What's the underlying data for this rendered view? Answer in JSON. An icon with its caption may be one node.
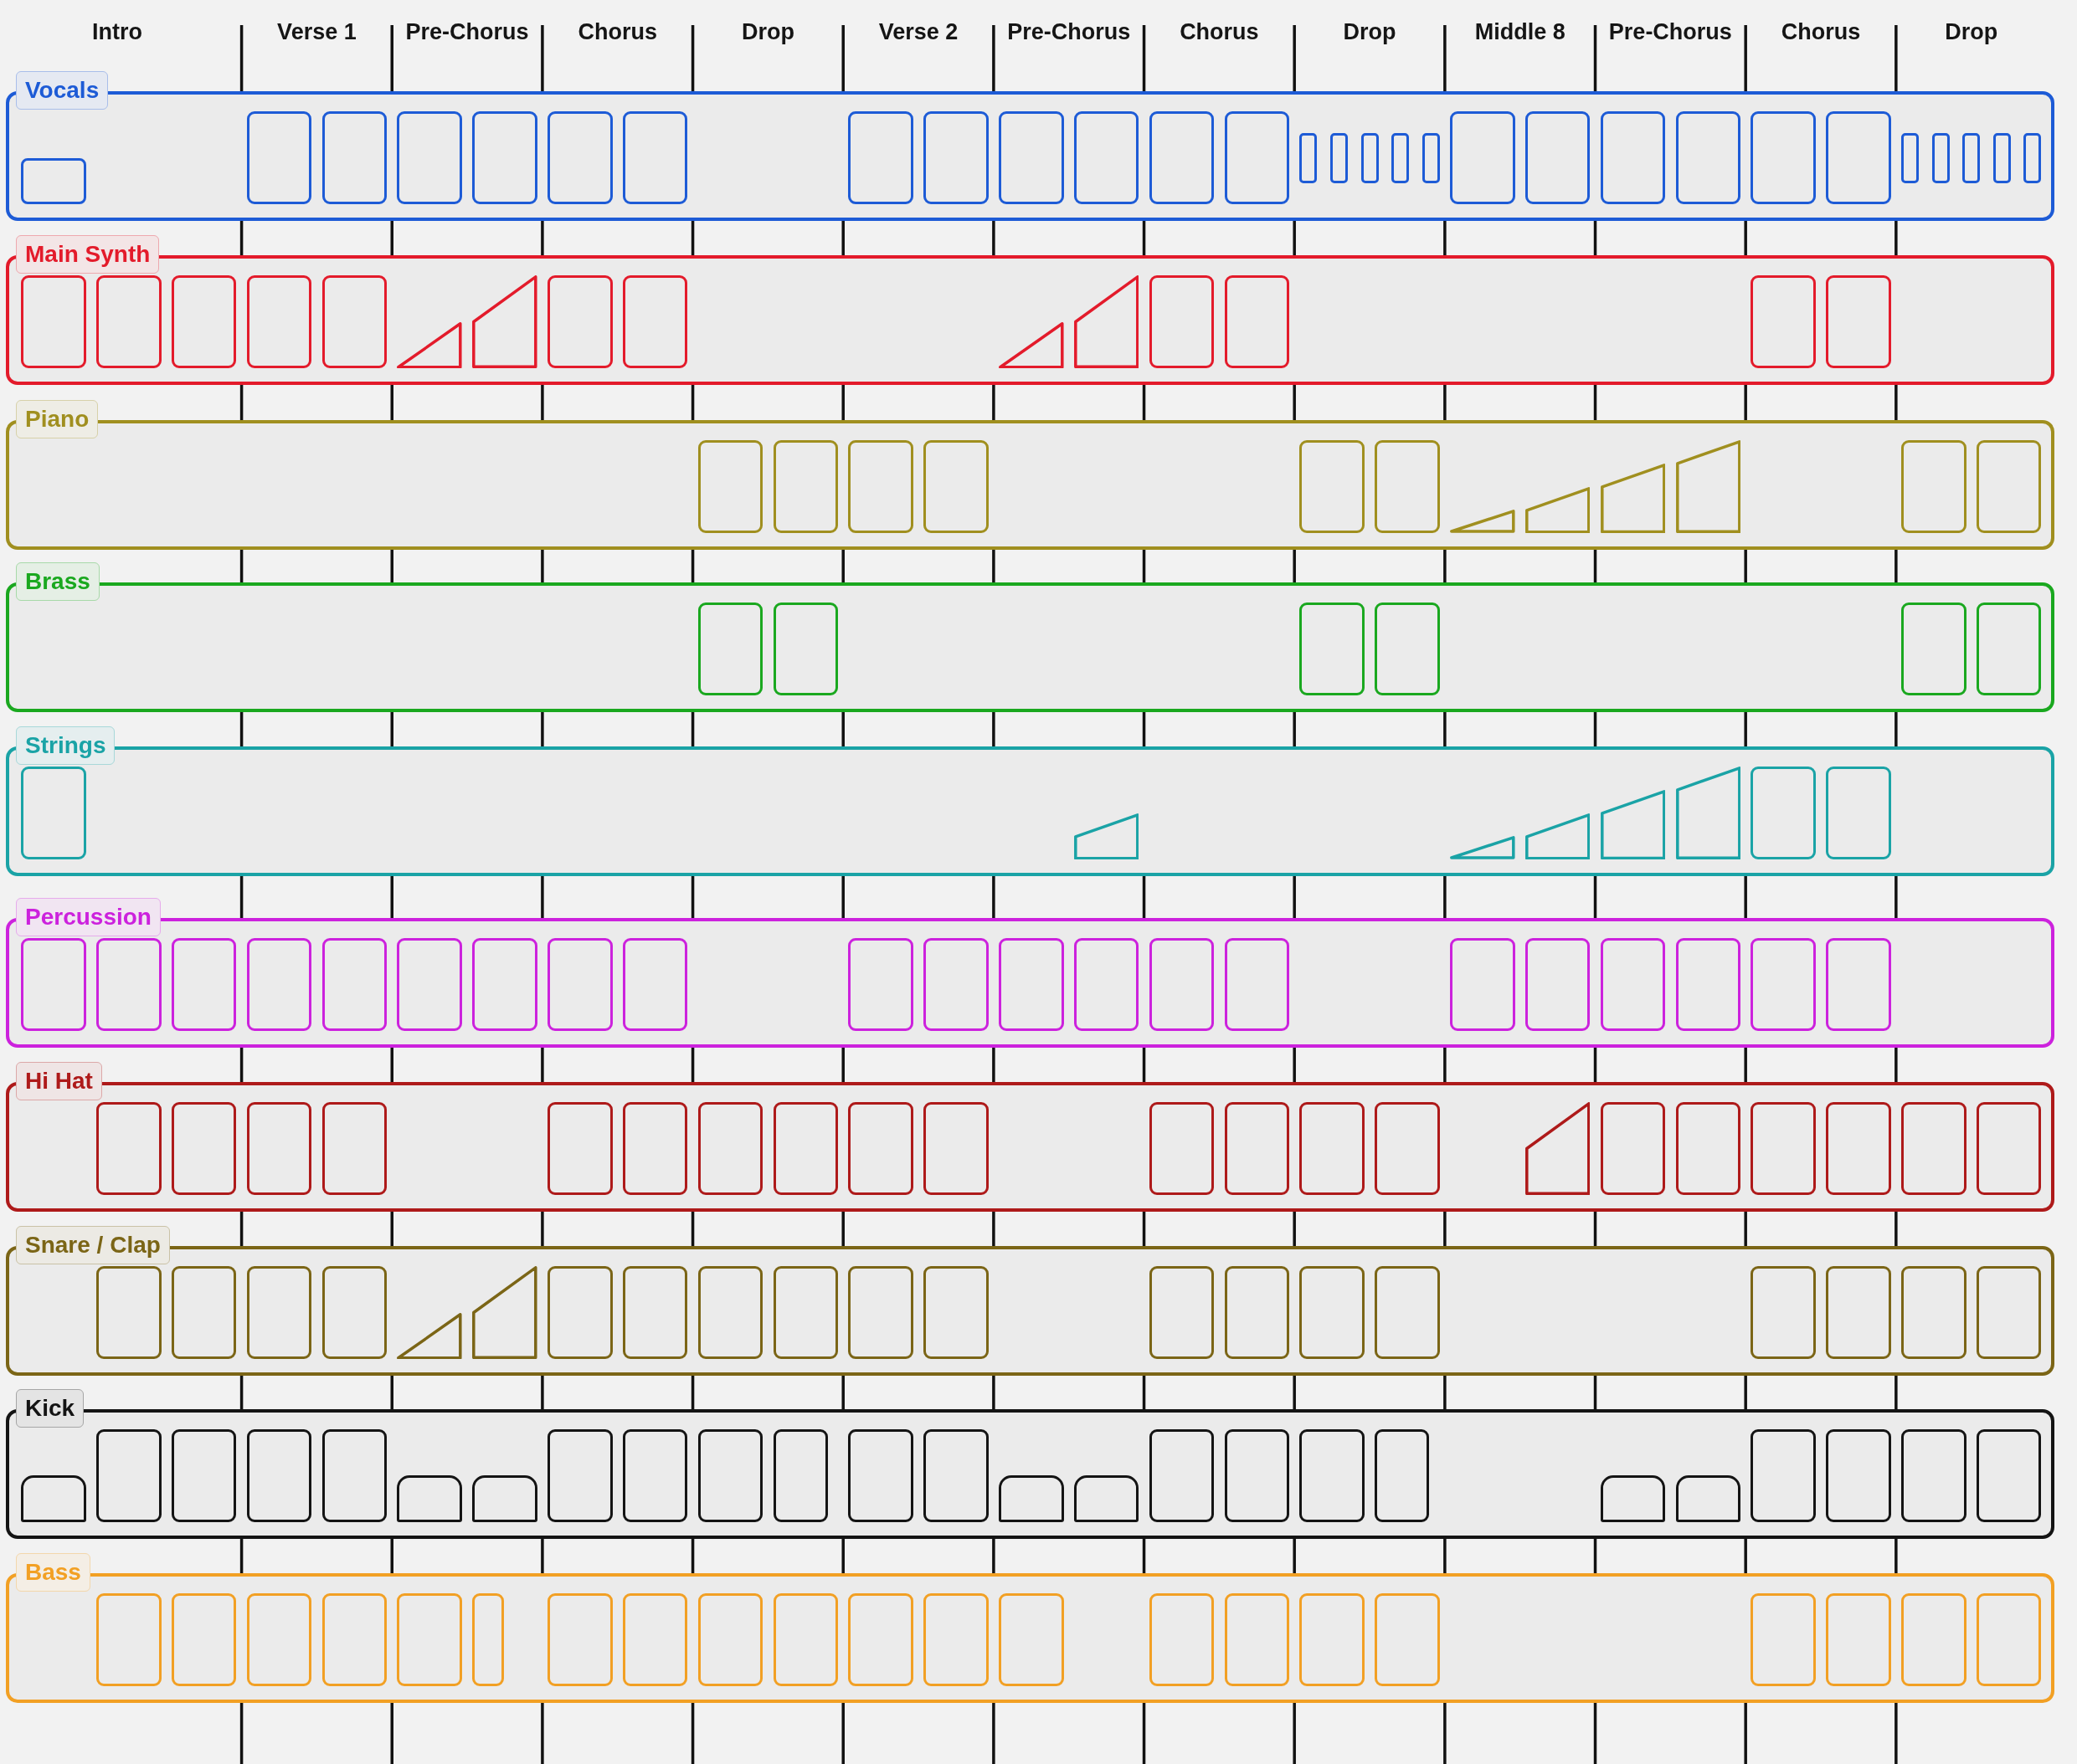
{
  "diagram": {
    "nodes": [
      {
        "text": [
          "Vocals"
        ]
      },
      {
        "text": [],
        "shape": "box",
        "in": 0
      },
      {
        "text": [],
        "shape": "box",
        "in": 0
      },
      {
        "text": [],
        "shape": "box",
        "in": 0
      },
      {
        "text": [],
        "shape": "box",
        "in": 0
      },
      {
        "text": [],
        "shape": "box",
        "in": 0
      },
      {
        "text": [],
        "shape": "box",
        "in": 0
      },
      {
        "text": [],
        "shape": "box",
        "in": 0
      },
      {
        "text": [],
        "shape": "box",
        "in": 0
      },
      {
        "text": [],
        "shape": "box",
        "in": 0
      },
      {
        "text": [],
        "shape": "box",
        "in": 0
      },
      {
        "text": [],
        "shape": "box",
        "in": 0
      },
      {
        "text": [],
        "shape": "box",
        "in": 0
      },
      {
        "text": [],
        "shape": "box",
        "in": 0
      },
      {
        "text": [],
        "shape": "box",
        "in": 0
      },
      {
        "text": [],
        "shape": "box",
        "in": 0
      },
      {
        "text": [],
        "shape": "box",
        "in": 0
      },
      {
        "text": [],
        "shape": "box",
        "in": 0
      },
      {
        "text": [],
        "shape": "box",
        "in": 0
      },
      {
        "text": [],
        "shape": "box",
        "in": 0
      },
      {
        "text": [],
        "shape": "box",
        "in": 0
      },
      {
        "text": [],
        "shape": "box",
        "in": 0
      },
      {
        "text": [],
        "shape": "box",
        "in": 0
      },
      {
        "text": [],
        "shape": "box",
        "in": 0
      },
      {
        "text": [],
        "shape": "box",
        "in": 0
      },
      {
        "text": [],
        "shape": "box",
        "in": 0
      },
      {
        "text": [],
        "shape": "box",
        "in": 0
      },
      {
        "text": [],
        "shape": "box",
        "in": 0
      },
      {
        "text": [],
        "shape": "box",
        "in": 0
      },
      {
        "text": [],
        "shape": "box",
        "in": 0
      },
      {
        "text": [
          "Main Synth"
        ]
      },
      {
        "text": [],
        "shape": "box",
        "in": 30
      },
      {
        "text": [],
        "shape": "box",
        "in": 30
      },
      {
        "text": [],
        "shape": "box",
        "in": 30
      },
      {
        "text": [],
        "shape": "box",
        "in": 30
      },
      {
        "text": [],
        "shape": "box",
        "in": 30
      },
      {
        "text": [],
        "shape": "triangle",
        "in": 30
      },
      {
        "text": [],
        "shape": "trapezoid",
        "in": 30
      },
      {
        "text": [],
        "shape": "box",
        "in": 30
      },
      {
        "text": [],
        "shape": "box",
        "in": 30
      },
      {
        "text": [],
        "shape": "triangle",
        "in": 30
      },
      {
        "text": [],
        "shape": "trapezoid",
        "in": 30
      },
      {
        "text": [],
        "shape": "box",
        "in": 30
      },
      {
        "text": [],
        "shape": "box",
        "in": 30
      },
      {
        "text": [],
        "shape": "box",
        "in": 30
      },
      {
        "text": [],
        "shape": "box",
        "in": 30
      },
      {
        "text": [
          "Piano"
        ]
      },
      {
        "text": [],
        "shape": "box",
        "in": 46
      },
      {
        "text": [],
        "shape": "box",
        "in": 46
      },
      {
        "text": [],
        "shape": "box",
        "in": 46
      },
      {
        "text": [],
        "shape": "box",
        "in": 46
      },
      {
        "text": [],
        "shape": "box",
        "in": 46
      },
      {
        "text": [],
        "shape": "box",
        "in": 46
      },
      {
        "text": [],
        "shape": "triangle",
        "in": 46
      },
      {
        "text": [],
        "shape": "trapezoid",
        "in": 46
      },
      {
        "text": [],
        "shape": "trapezoid",
        "in": 46
      },
      {
        "text": [],
        "shape": "trapezoid",
        "in": 46
      },
      {
        "text": [],
        "shape": "box",
        "in": 46
      },
      {
        "text": [],
        "shape": "box",
        "in": 46
      },
      {
        "text": [
          "Brass"
        ]
      },
      {
        "text": [],
        "shape": "box",
        "in": 59
      },
      {
        "text": [],
        "shape": "box",
        "in": 59
      },
      {
        "text": [],
        "shape": "box",
        "in": 59
      },
      {
        "text": [],
        "shape": "box",
        "in": 59
      },
      {
        "text": [],
        "shape": "box",
        "in": 59
      },
      {
        "text": [],
        "shape": "box",
        "in": 59
      },
      {
        "text": [
          "Strings"
        ]
      },
      {
        "text": [],
        "shape": "box",
        "in": 66
      },
      {
        "text": [],
        "shape": "trapezoid",
        "in": 66
      },
      {
        "text": [],
        "shape": "triangle",
        "in": 66
      },
      {
        "text": [],
        "shape": "trapezoid",
        "in": 66
      },
      {
        "text": [],
        "shape": "trapezoid",
        "in": 66
      },
      {
        "text": [],
        "shape": "trapezoid",
        "in": 66
      },
      {
        "text": [],
        "shape": "box",
        "in": 66
      },
      {
        "text": [],
        "shape": "box",
        "in": 66
      },
      {
        "text": [
          "Percussion"
        ]
      },
      {
        "text": [],
        "shape": "box",
        "in": 75
      },
      {
        "text": [],
        "shape": "box",
        "in": 75
      },
      {
        "text": [],
        "shape": "box",
        "in": 75
      },
      {
        "text": [],
        "shape": "box",
        "in": 75
      },
      {
        "text": [],
        "shape": "box",
        "in": 75
      },
      {
        "text": [],
        "shape": "box",
        "in": 75
      },
      {
        "text": [],
        "shape": "box",
        "in": 75
      },
      {
        "text": [],
        "shape": "box",
        "in": 75
      },
      {
        "text": [],
        "shape": "box",
        "in": 75
      },
      {
        "text": [],
        "shape": "box",
        "in": 75
      },
      {
        "text": [],
        "shape": "box",
        "in": 75
      },
      {
        "text": [],
        "shape": "box",
        "in": 75
      },
      {
        "text": [],
        "shape": "box",
        "in": 75
      },
      {
        "text": [],
        "shape": "box",
        "in": 75
      },
      {
        "text": [],
        "shape": "box",
        "in": 75
      },
      {
        "text": [],
        "shape": "box",
        "in": 75
      },
      {
        "text": [],
        "shape": "box",
        "in": 75
      },
      {
        "text": [],
        "shape": "box",
        "in": 75
      },
      {
        "text": [],
        "shape": "box",
        "in": 75
      },
      {
        "text": [],
        "shape": "box",
        "in": 75
      },
      {
        "text": [],
        "shape": "box",
        "in": 75
      },
      {
        "text": [
          "Hi Hat"
        ]
      },
      {
        "text": [],
        "shape": "box",
        "in": 97
      },
      {
        "text": [],
        "shape": "box",
        "in": 97
      },
      {
        "text": [],
        "shape": "box",
        "in": 97
      },
      {
        "text": [],
        "shape": "box",
        "in": 97
      },
      {
        "text": [],
        "shape": "box",
        "in": 97
      },
      {
        "text": [],
        "shape": "box",
        "in": 97
      },
      {
        "text": [],
        "shape": "box",
        "in": 97
      },
      {
        "text": [],
        "shape": "box",
        "in": 97
      },
      {
        "text": [],
        "shape": "box",
        "in": 97
      },
      {
        "text": [],
        "shape": "box",
        "in": 97
      },
      {
        "text": [],
        "shape": "box",
        "in": 97
      },
      {
        "text": [],
        "shape": "box",
        "in": 97
      },
      {
        "text": [],
        "shape": "box",
        "in": 97
      },
      {
        "text": [],
        "shape": "box",
        "in": 97
      },
      {
        "text": [],
        "shape": "trapezoid",
        "in": 97
      },
      {
        "text": [],
        "shape": "box",
        "in": 97
      },
      {
        "text": [],
        "shape": "box",
        "in": 97
      },
      {
        "text": [],
        "shape": "box",
        "in": 97
      },
      {
        "text": [],
        "shape": "box",
        "in": 97
      },
      {
        "text": [],
        "shape": "box",
        "in": 97
      },
      {
        "text": [],
        "shape": "box",
        "in": 97
      },
      {
        "text": [
          "Snare / Clap"
        ]
      },
      {
        "text": [],
        "shape": "box",
        "in": 119
      },
      {
        "text": [],
        "shape": "box",
        "in": 119
      },
      {
        "text": [],
        "shape": "box",
        "in": 119
      },
      {
        "text": [],
        "shape": "box",
        "in": 119
      },
      {
        "text": [],
        "shape": "triangle",
        "in": 119
      },
      {
        "text": [],
        "shape": "trapezoid",
        "in": 119
      },
      {
        "text": [],
        "shape": "box",
        "in": 119
      },
      {
        "text": [],
        "shape": "box",
        "in": 119
      },
      {
        "text": [],
        "shape": "box",
        "in": 119
      },
      {
        "text": [],
        "shape": "box",
        "in": 119
      },
      {
        "text": [],
        "shape": "box",
        "in": 119
      },
      {
        "text": [],
        "shape": "box",
        "in": 119
      },
      {
        "text": [],
        "shape": "box",
        "in": 119
      },
      {
        "text": [],
        "shape": "box",
        "in": 119
      },
      {
        "text": [],
        "shape": "box",
        "in": 119
      },
      {
        "text": [],
        "shape": "box",
        "in": 119
      },
      {
        "text": [],
        "shape": "box",
        "in": 119
      },
      {
        "text": [],
        "shape": "box",
        "in": 119
      },
      {
        "text": [],
        "shape": "box",
        "in": 119
      },
      {
        "text": [],
        "shape": "box",
        "in": 119
      },
      {
        "text": [
          "Kick"
        ]
      },
      {
        "text": [],
        "shape": "box",
        "in": 140
      },
      {
        "text": [],
        "shape": "box",
        "in": 140
      },
      {
        "text": [],
        "shape": "box",
        "in": 140
      },
      {
        "text": [],
        "shape": "box",
        "in": 140
      },
      {
        "text": [],
        "shape": "box",
        "in": 140
      },
      {
        "text": [],
        "shape": "box",
        "in": 140
      },
      {
        "text": [],
        "shape": "box",
        "in": 140
      },
      {
        "text": [],
        "shape": "box",
        "in": 140
      },
      {
        "text": [],
        "shape": "box",
        "in": 140
      },
      {
        "text": [],
        "shape": "box",
        "in": 140
      },
      {
        "text": [],
        "shape": "box",
        "in": 140
      },
      {
        "text": [],
        "shape": "box",
        "in": 140
      },
      {
        "text": [],
        "shape": "box",
        "in": 140
      },
      {
        "text": [],
        "shape": "box",
        "in": 140
      },
      {
        "text": [],
        "shape": "box",
        "in": 140
      },
      {
        "text": [],
        "shape": "box",
        "in": 140
      },
      {
        "text": [],
        "shape": "box",
        "in": 140
      },
      {
        "text": [],
        "shape": "box",
        "in": 140
      },
      {
        "text": [],
        "shape": "box",
        "in": 140
      },
      {
        "text": [],
        "shape": "box",
        "in": 140
      },
      {
        "text": [],
        "shape": "box",
        "in": 140
      },
      {
        "text": [],
        "shape": "box",
        "in": 140
      },
      {
        "text": [],
        "shape": "box",
        "in": 140
      },
      {
        "text": [],
        "shape": "box",
        "in": 140
      },
      {
        "text": [],
        "shape": "box",
        "in": 140
      },
      {
        "text": [
          "Bass"
        ]
      },
      {
        "text": [],
        "shape": "box",
        "in": 166
      },
      {
        "text": [],
        "shape": "box",
        "in": 166
      },
      {
        "text": [],
        "shape": "box",
        "in": 166
      },
      {
        "text": [],
        "shape": "box",
        "in": 166
      },
      {
        "text": [],
        "shape": "box",
        "in": 166
      },
      {
        "text": [],
        "shape": "box",
        "in": 166
      },
      {
        "text": [],
        "shape": "box",
        "in": 166
      },
      {
        "text": [],
        "shape": "box",
        "in": 166
      },
      {
        "text": [],
        "shape": "box",
        "in": 166
      },
      {
        "text": [],
        "shape": "box",
        "in": 166
      },
      {
        "text": [],
        "shape": "box",
        "in": 166
      },
      {
        "text": [],
        "shape": "box",
        "in": 166
      },
      {
        "text": [],
        "shape": "box",
        "in": 166
      },
      {
        "text": [],
        "shape": "box",
        "in": 166
      },
      {
        "text": [],
        "shape": "box",
        "in": 166
      },
      {
        "text": [],
        "shape": "box",
        "in": 166
      },
      {
        "text": [],
        "shape": "box",
        "in": 166
      },
      {
        "text": [],
        "shape": "box",
        "in": 166
      },
      {
        "text": [],
        "shape": "box",
        "in": 166
      },
      {
        "text": [],
        "shape": "box",
        "in": 166
      },
      {
        "text": [],
        "shape": "box",
        "in": 166
      }
    ],
    "labels": [
      "Intro",
      "Verse 1",
      "Pre-Chorus",
      "Chorus",
      "Drop",
      "Verse 2",
      "Pre-Chorus",
      "Chorus",
      "Drop",
      "Middle 8",
      "Pre-Chorus",
      "Chorus",
      "Drop"
    ]
  }
}
